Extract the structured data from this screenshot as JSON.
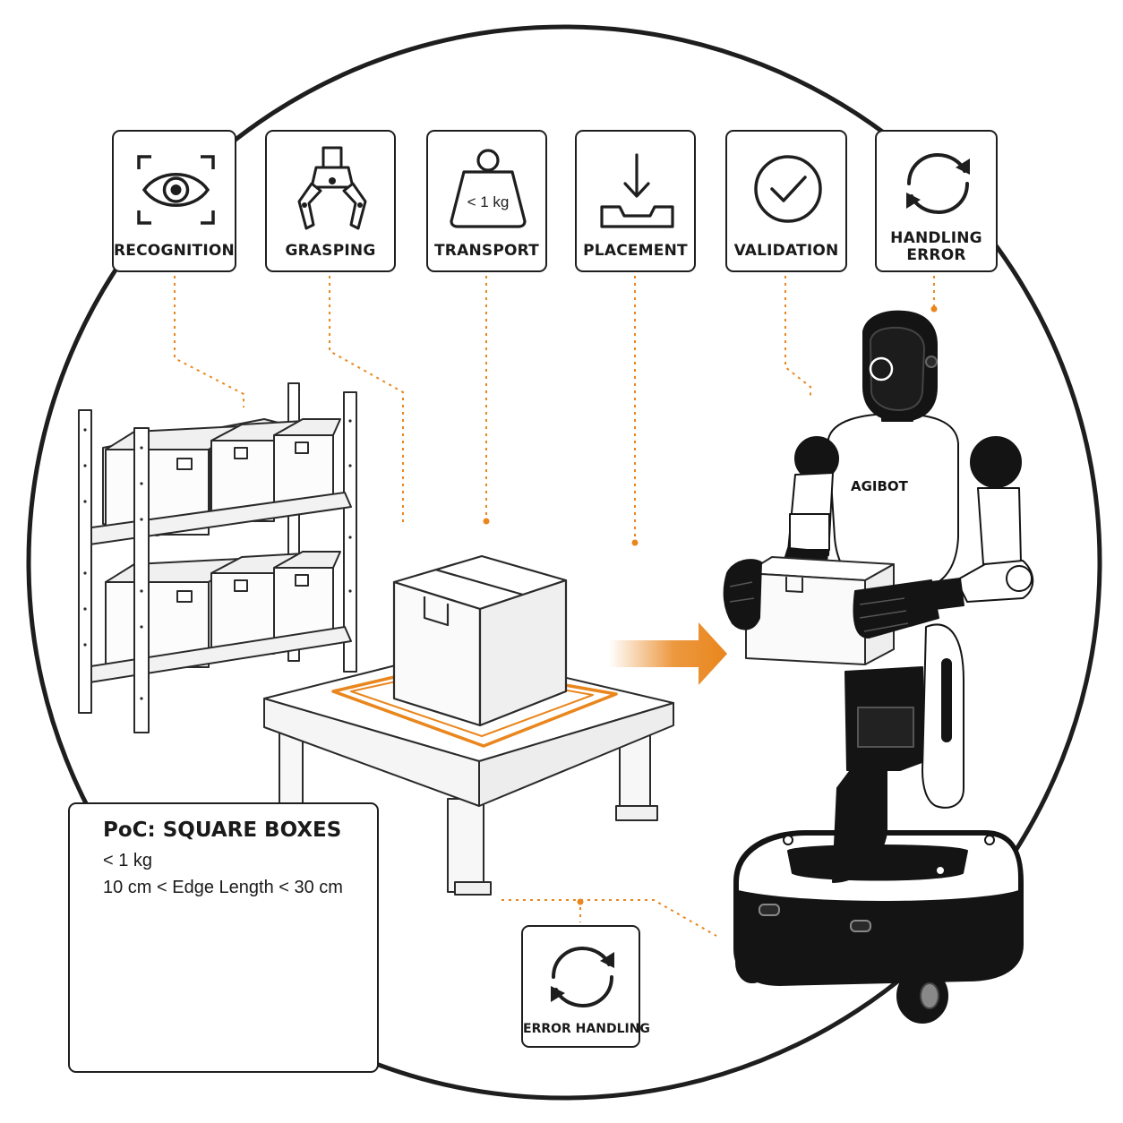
{
  "colors": {
    "accent": "#e9861d",
    "ink": "#1e1e1e",
    "robot_dark": "#141414"
  },
  "steps": [
    {
      "label": "RECOGNITION",
      "icon": "eye-icon"
    },
    {
      "label": "GRASPING",
      "icon": "gripper-icon"
    },
    {
      "label": "TRANSPORT",
      "icon": "weight-icon",
      "icon_text": "< 1 kg"
    },
    {
      "label": "PLACEMENT",
      "icon": "placement-tray-icon"
    },
    {
      "label": "VALIDATION",
      "icon": "checkmark-icon"
    },
    {
      "label": "HANDLING\nERROR",
      "icon": "refresh-icon"
    }
  ],
  "robot": {
    "brand": "AGIBOT"
  },
  "poc": {
    "title": "PoC: SQUARE BOXES",
    "weight": "< 1 kg",
    "size": "10 cm  <  Edge Length  <  30 cm"
  },
  "error_handling": {
    "label": "ERROR HANDLING",
    "icon": "refresh-icon"
  }
}
